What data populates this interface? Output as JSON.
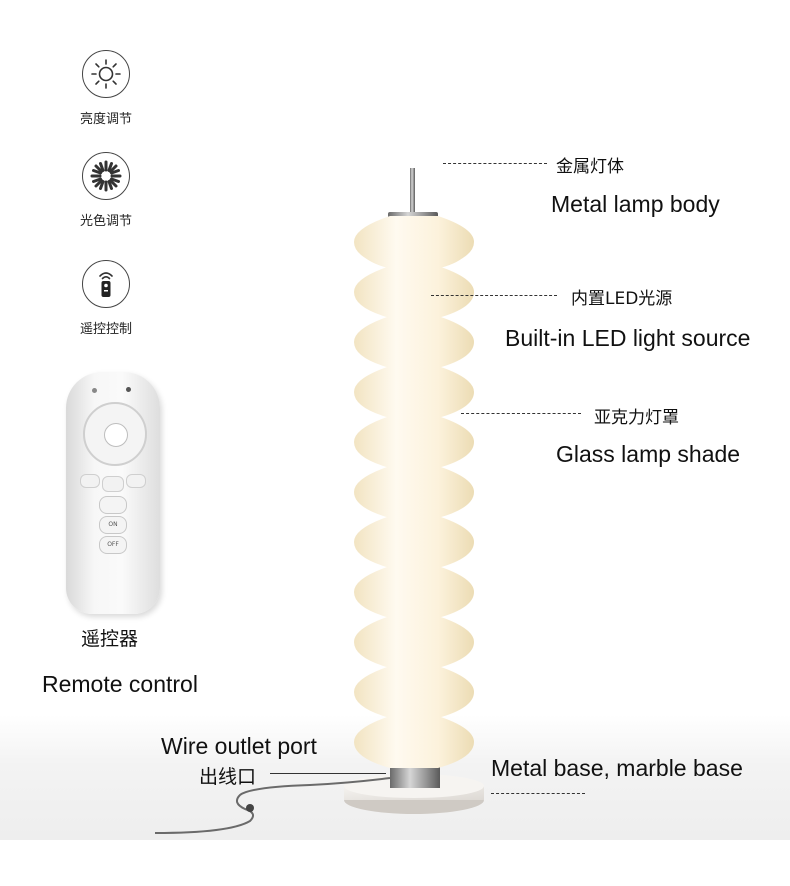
{
  "features": [
    {
      "caption": "亮度调节",
      "icon": "sun-icon"
    },
    {
      "caption": "光色调节",
      "icon": "color-wheel-icon"
    },
    {
      "caption": "遥控控制",
      "icon": "remote-icon"
    }
  ],
  "remote": {
    "cn": "遥控器",
    "en": "Remote control",
    "buttons": {
      "on": "ON",
      "off": "OFF"
    }
  },
  "callouts": {
    "metal_body": {
      "cn": "金属灯体",
      "en": "Metal lamp body"
    },
    "led": {
      "cn": "内置LED光源",
      "en": "Built-in LED light source"
    },
    "shade": {
      "cn": "亚克力灯罩",
      "en": "Glass lamp shade"
    },
    "wire": {
      "cn": "出线口",
      "en": "Wire outlet port"
    },
    "base": {
      "en": "Metal base, marble base"
    }
  },
  "colors": {
    "shade": "#fbf3e1",
    "shade_shadow": "#eedfb9",
    "metal": "#8a8a8a"
  }
}
